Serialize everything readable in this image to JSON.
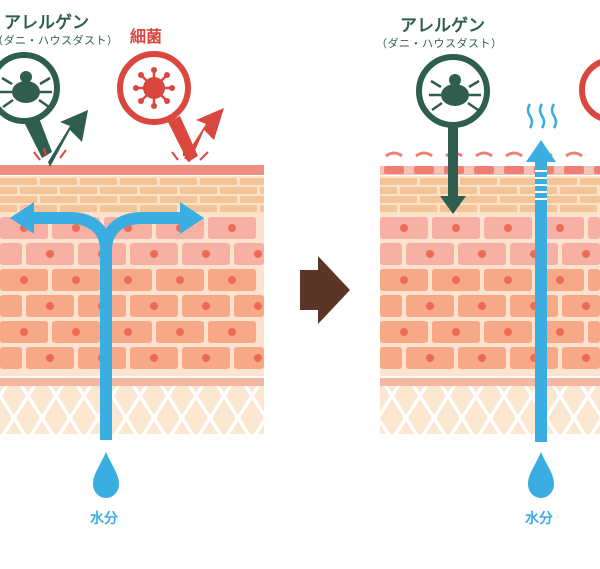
{
  "left_panel": {
    "allergen_label": "アレルゲン",
    "allergen_sub": "（ダニ・ハウスダスト）",
    "bacteria_label": "細菌",
    "water_label": "水分"
  },
  "right_panel": {
    "allergen_label": "アレルゲン",
    "allergen_sub": "（ダニ・ハウスダスト）",
    "water_label": "水分"
  },
  "colors": {
    "allergen": "#2f5e4f",
    "bacteria": "#d9473f",
    "water": "#3aaee0",
    "arrow": "#5b3525"
  }
}
